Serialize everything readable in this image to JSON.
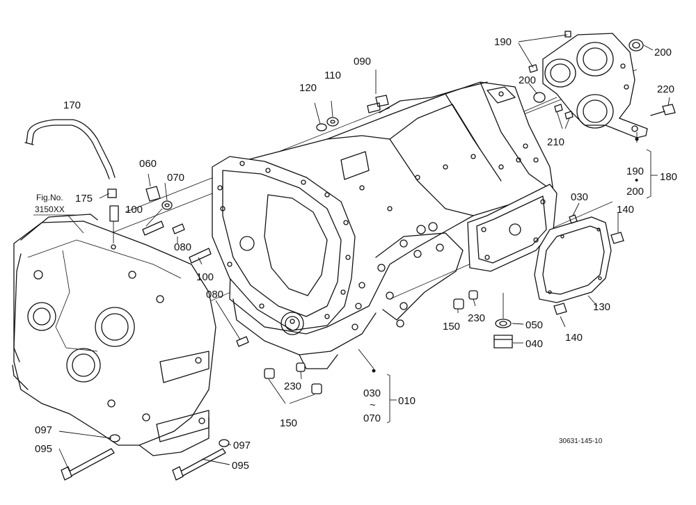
{
  "callouts": {
    "p010": "010",
    "p030a": "030",
    "p030b": "030",
    "p040": "040",
    "p050": "050",
    "p060": "060",
    "p070a": "070",
    "p070b": "070",
    "p080a": "080",
    "p080b": "080",
    "p090": "090",
    "p095a": "095",
    "p095b": "095",
    "p097a": "097",
    "p097b": "097",
    "p100a": "100",
    "p100b": "100",
    "p110": "110",
    "p120": "120",
    "p130": "130",
    "p140a": "140",
    "p140b": "140",
    "p150a": "150",
    "p150b": "150",
    "p170": "170",
    "p175": "175",
    "p180": "180",
    "p190a": "190",
    "p190b": "190",
    "p200a": "200",
    "p200b": "200",
    "p200c": "200",
    "p210": "210",
    "p220": "220",
    "p230a": "230",
    "p230b": "230"
  },
  "range_symbols": {
    "tilde": "~",
    "dot": "•"
  },
  "fig_reference": {
    "label": "Fig.No.",
    "number": "3150XX"
  },
  "drawing_code": "30631-145-10"
}
